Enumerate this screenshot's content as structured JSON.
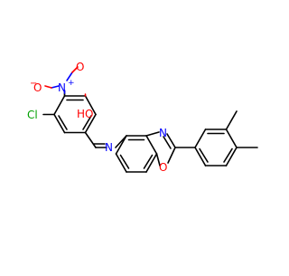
{
  "molecule": {
    "atom_labels": {
      "cl": "Cl",
      "o_nitro_minus": "O",
      "minus_sign": "−",
      "n_nitro": "N",
      "plus_sign": "+",
      "o_nitro": "O",
      "hydroxyl": "HO",
      "n_imine": "N",
      "n_oxazole": "N",
      "o_oxazole": "O"
    },
    "colors": {
      "bond": "#000000",
      "oxygen": "#ff0000",
      "nitrogen": "#0000ff",
      "chlorine": "#00a000",
      "carbon": "#000000"
    }
  }
}
